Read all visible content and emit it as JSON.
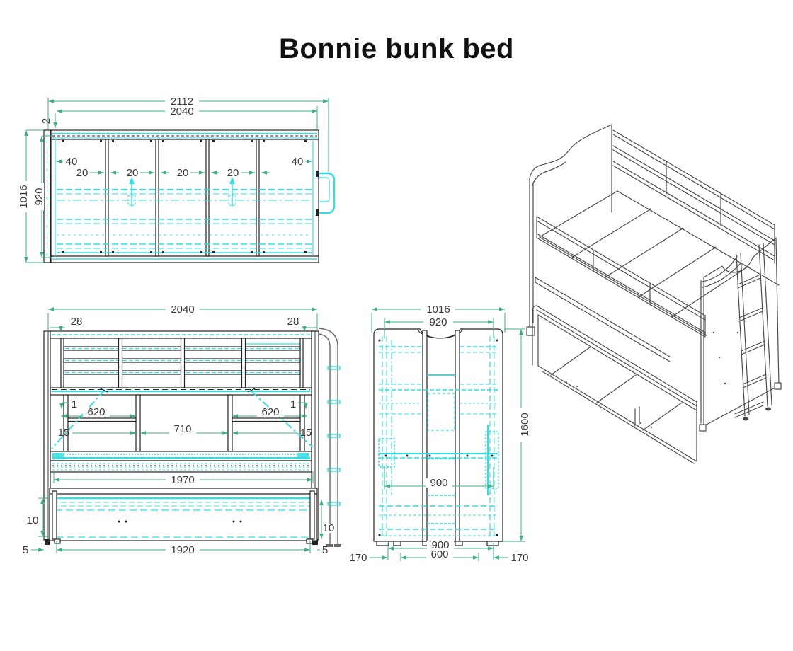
{
  "title": "Bonnie bunk bed",
  "colors": {
    "structure_cyan": "#35dde2",
    "dimension_green": "#3fae85",
    "outline_black": "#232323",
    "iso_gray": "#4d4d4d",
    "text": "#3a3a3a"
  },
  "top_view": {
    "width_overall": "2112",
    "width_inner": "2040",
    "edge_gap": "2",
    "depth_overall": "1016",
    "depth_inner": "920",
    "margin_left": "40",
    "margin_right": "40",
    "slat_gaps": [
      "20",
      "20",
      "20",
      "20"
    ]
  },
  "front_view": {
    "width": "2040",
    "post_left": "28",
    "post_right": "28",
    "inset_left": "1",
    "inset_right": "1",
    "cubby_left": "620",
    "cubby_center": "710",
    "cubby_right": "620",
    "rail_left": "15",
    "rail_right": "15",
    "bed_length": "1970",
    "gap_left": "10",
    "gap_right": "10",
    "trundle_length": "1920",
    "foot_left": "5",
    "foot_right": "5"
  },
  "side_view": {
    "depth_overall": "1016",
    "depth_inner": "920",
    "height": "1600",
    "bed_depth": "900",
    "base_span": "900",
    "base_inner": "600",
    "offset_left": "170",
    "offset_right": "170"
  }
}
